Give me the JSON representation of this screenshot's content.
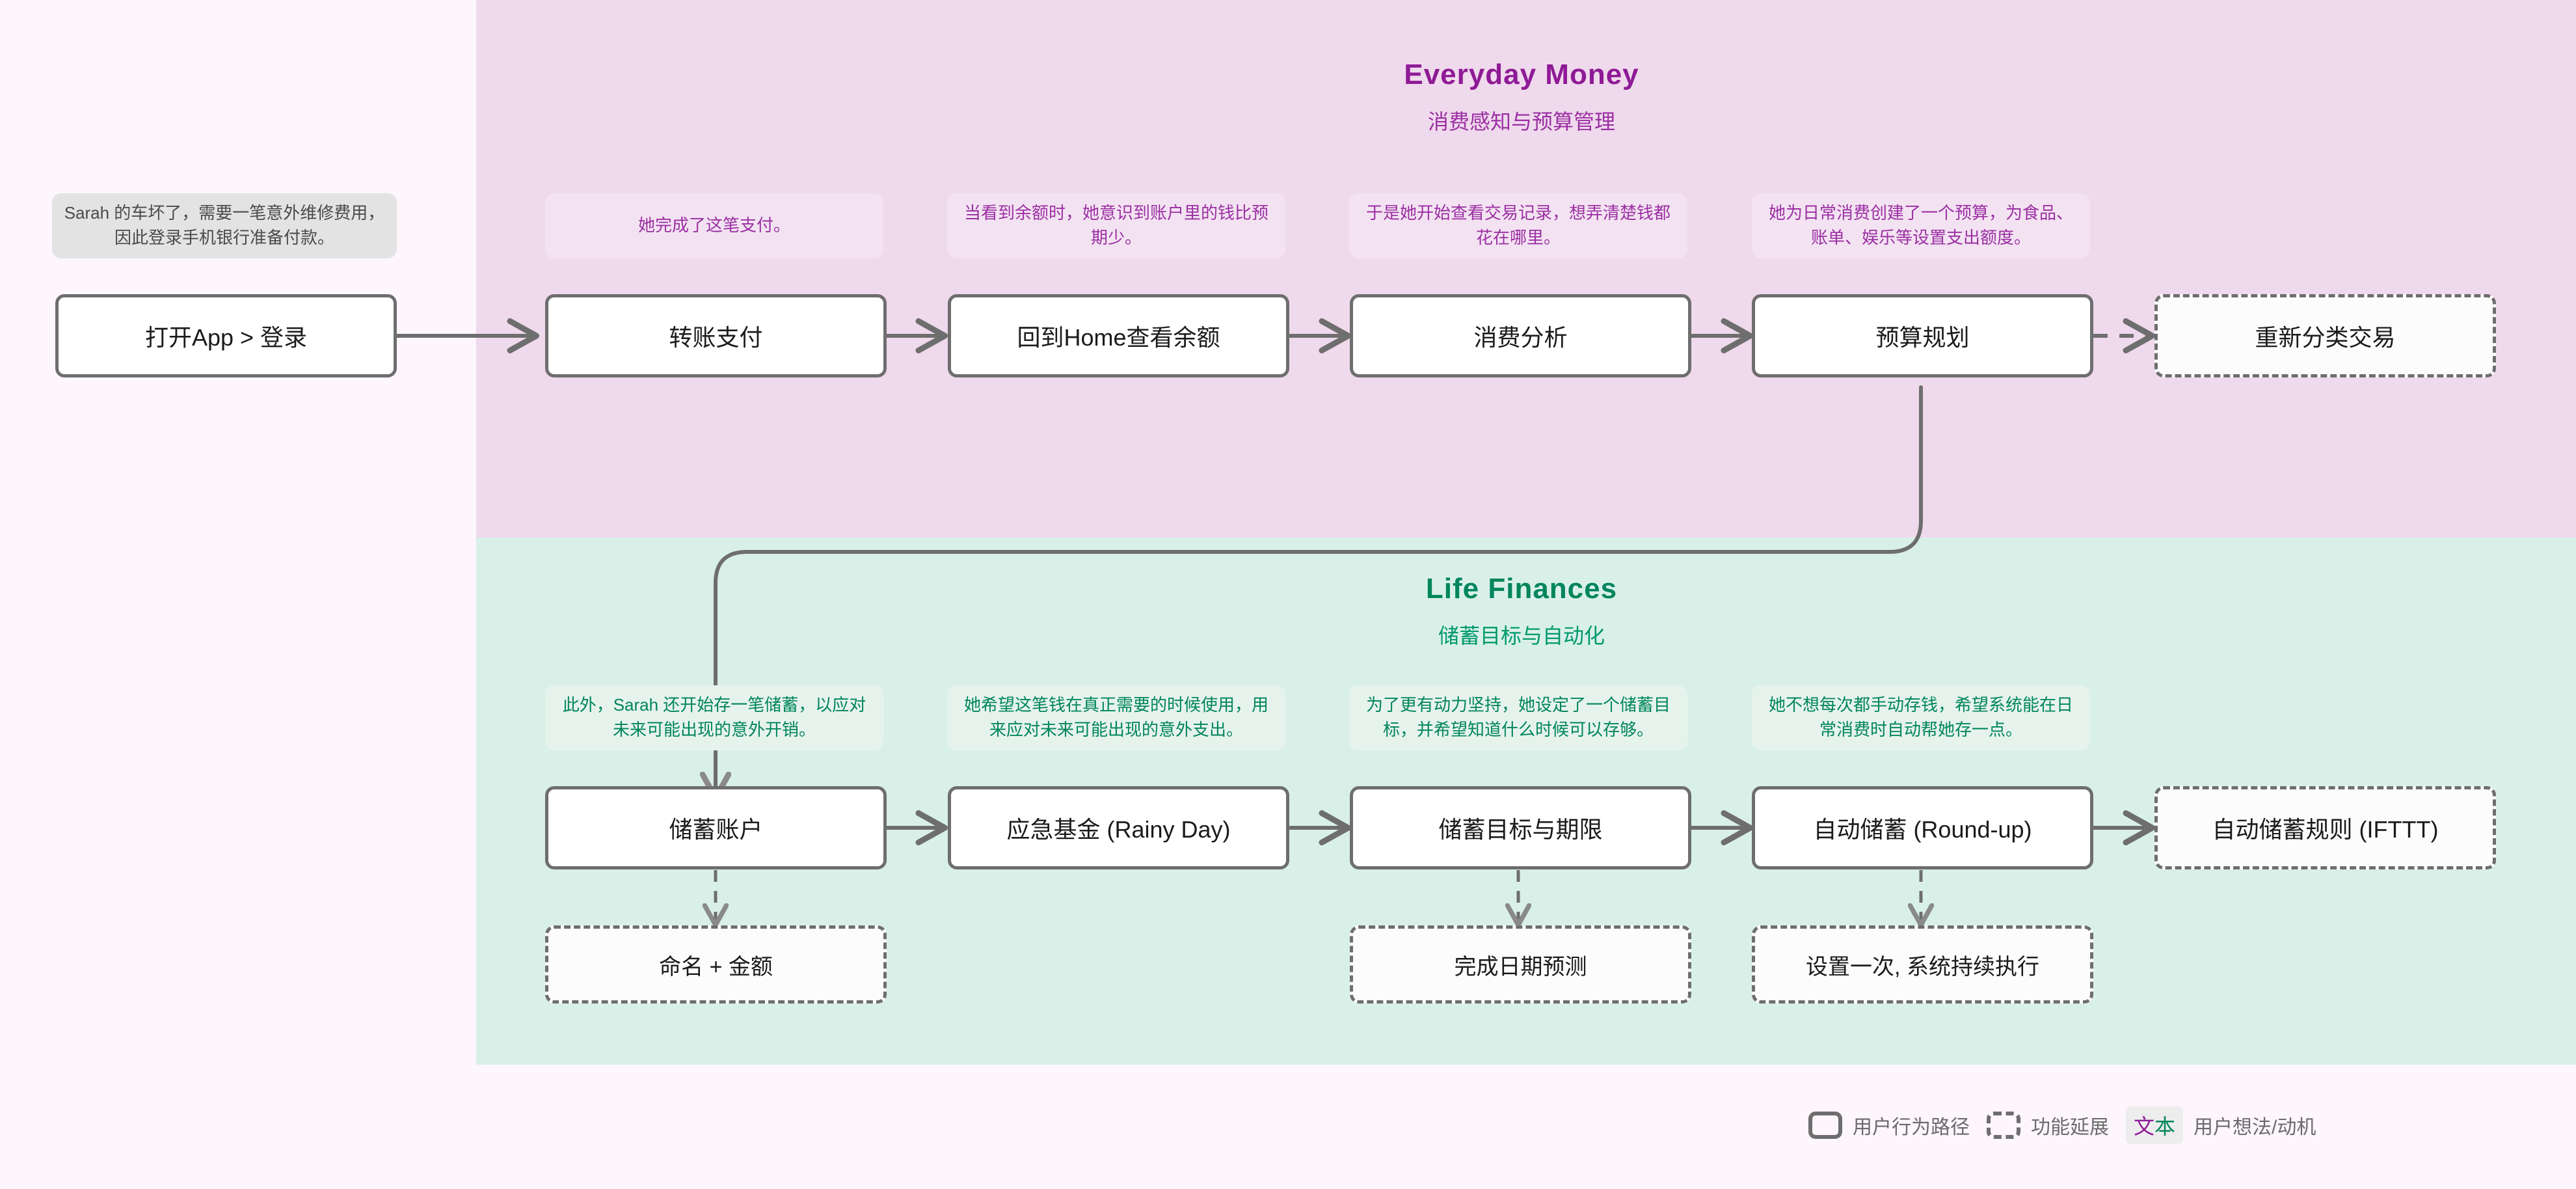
{
  "sections": [
    {
      "id": "everyday-money",
      "title": "Everyday Money",
      "subtitle": "消费感知与预算管理",
      "color": "#8e1a96",
      "band_color": "#efd9ec"
    },
    {
      "id": "life-finances",
      "title": "Life Finances",
      "subtitle": "储蓄目标与自动化",
      "color": "#00855c",
      "band_color": "#d9f0e9"
    }
  ],
  "row_top": {
    "notes": [
      {
        "text": "Sarah 的车坏了，需要一笔意外维修费用，因此登录手机银行准备付款。",
        "tone": "gray"
      },
      {
        "text": "她完成了这笔支付。",
        "tone": "purple"
      },
      {
        "text": "当看到余额时，她意识到账户里的钱比预期少。",
        "tone": "purple"
      },
      {
        "text": "于是她开始查看交易记录，想弄清楚钱都花在哪里。",
        "tone": "purple"
      },
      {
        "text": "她为日常消费创建了一个预算，为食品、账单、娱乐等设置支出额度。",
        "tone": "purple"
      }
    ],
    "steps": [
      {
        "label": "打开App > 登录",
        "style": "solid"
      },
      {
        "label": "转账支付",
        "style": "solid"
      },
      {
        "label": "回到Home查看余额",
        "style": "solid"
      },
      {
        "label": "消费分析",
        "style": "solid"
      },
      {
        "label": "预算规划",
        "style": "solid"
      },
      {
        "label": "重新分类交易",
        "style": "dashed"
      }
    ]
  },
  "row_bottom": {
    "notes": [
      {
        "text": "此外，Sarah 还开始存一笔储蓄，以应对未来可能出现的意外开销。",
        "tone": "green"
      },
      {
        "text": "她希望这笔钱在真正需要的时候使用，用来应对未来可能出现的意外支出。",
        "tone": "green"
      },
      {
        "text": "为了更有动力坚持，她设定了一个储蓄目标，并希望知道什么时候可以存够。",
        "tone": "green"
      },
      {
        "text": "她不想每次都手动存钱，希望系统能在日常消费时自动帮她存一点。",
        "tone": "green"
      }
    ],
    "steps": [
      {
        "label": "储蓄账户",
        "style": "solid"
      },
      {
        "label": "应急基金 (Rainy Day)",
        "style": "solid"
      },
      {
        "label": "储蓄目标与期限",
        "style": "solid"
      },
      {
        "label": "自动储蓄 (Round-up)",
        "style": "solid"
      },
      {
        "label": "自动储蓄规则 (IFTTT)",
        "style": "dashed"
      }
    ],
    "sub_steps": [
      {
        "label": "命名 + 金额",
        "style": "dashed"
      },
      {
        "label": "完成日期预测",
        "style": "dashed"
      },
      {
        "label": "设置一次, 系统持续执行",
        "style": "dashed"
      }
    ]
  },
  "legend": {
    "items": [
      {
        "icon": "solid-rect-icon",
        "label": "用户行为路径"
      },
      {
        "icon": "dashed-rect-icon",
        "label": "功能延展"
      },
      {
        "icon": "text-chip-icon",
        "chip_left": "文",
        "chip_right": "本",
        "label": "用户想法/动机"
      }
    ]
  }
}
